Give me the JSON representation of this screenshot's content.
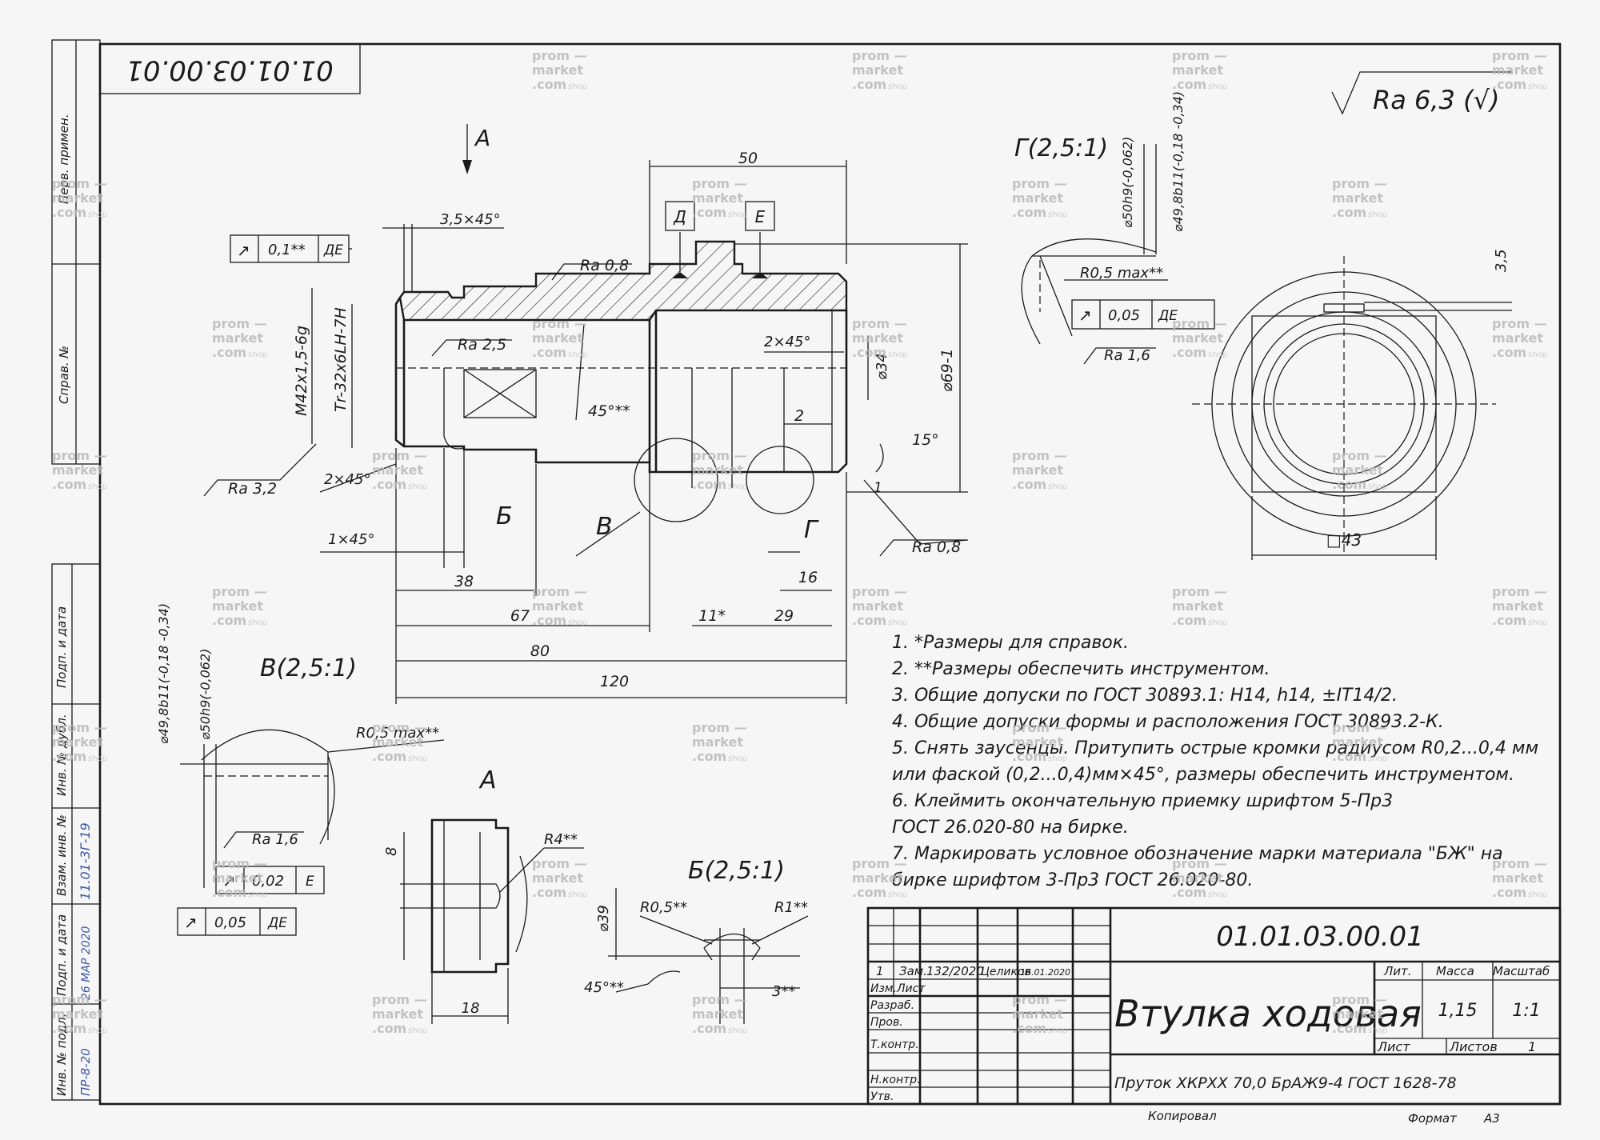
{
  "drawing_number": "01.01.03.00.01",
  "drawing_number_rotated": "01.01.03.00.01",
  "title": "Втулка ходовая",
  "material": "Пруток ХКРХХ 70,0 БрАЖ9-4 ГОСТ 1628-78",
  "roughness_general": "Ra 6,3 (√)",
  "views": {
    "section_a_top": "А",
    "section_a": "А",
    "detail_g": "Г(2,5:1)",
    "detail_v": "В(2,5:1)",
    "detail_b": "Б(2,5:1)",
    "mark_b": "Б",
    "mark_v": "В",
    "mark_g": "Г"
  },
  "datum_labels": {
    "d": "Д",
    "e": "Е"
  },
  "dimensions": {
    "d50": "50",
    "chamfer_35": "3,5×45°",
    "ra08_top": "Ra 0,8",
    "ra25": "Ra 2,5",
    "ra32": "Ra 3,2",
    "ra08_bottom": "Ra 0,8",
    "chamfer_2x45_right": "2×45°",
    "chamfer_2x45_left": "2×45°",
    "chamfer_1x45": "1×45°",
    "angle_45_ref": "45°**",
    "d2": "2",
    "angle_15": "15°",
    "d1": "1",
    "dia34": "⌀34",
    "dia69": "⌀69-1",
    "thread_m42": "М42х1,5-6g",
    "thread_tr32": "Тr-32х6LH-7H",
    "d38": "38",
    "d67": "67",
    "d80": "80",
    "d120": "120",
    "d11": "11*",
    "d29": "29",
    "d16": "16",
    "d35": "3,5",
    "sq43": "□43",
    "g_dia50": "⌀50h9(-0,062)",
    "g_dia49": "⌀49,8b11(-0,18 -0,34)",
    "g_r05": "R0,5 max**",
    "g_ra16": "Ra 1,6",
    "v_dia49": "⌀49,8b11(-0,18 -0,34)",
    "v_dia50": "⌀50h9(-0,062)",
    "v_r05": "R0,5 max**",
    "v_ra16": "Ra 1,6",
    "a_d8": "8",
    "a_r4": "R4**",
    "a_d18": "18",
    "b_dia39": "⌀39",
    "b_r05": "R0,5**",
    "b_r1": "R1**",
    "b_angle45": "45°**",
    "b_d3": "3**"
  },
  "tolerance_frames": [
    {
      "symbol": "↗",
      "value": "0,1**",
      "datum": "ДЕ"
    },
    {
      "symbol": "↗",
      "value": "0,05",
      "datum": "ДЕ"
    },
    {
      "symbol": "↗",
      "value": "0,02",
      "datum": "Е"
    },
    {
      "symbol": "↗",
      "value": "0,05",
      "datum": "ДЕ"
    }
  ],
  "notes": [
    "1. *Размеры для справок.",
    "2. **Размеры обеспечить инструментом.",
    "3. Общие допуски по ГОСТ 30893.1: H14, h14, ±IT14/2.",
    "4. Общие допуски формы и расположения ГОСТ 30893.2-К.",
    "5. Снять заусенцы. Притупить острые кромки радиусом R0,2...0,4 мм",
    "или фаской (0,2...0,4)мм×45°, размеры обеспечить инструментом.",
    "6. Клеймить окончательную приемку шрифтом 5-Пр3",
    "ГОСТ 26.020-80 на бирке.",
    "7. Маркировать условное обозначение марки материала \"БЖ\" на",
    "бирке шрифтом 3-Пр3 ГОСТ 26.020-80."
  ],
  "title_block": {
    "rev_no": "1",
    "rev_label": "Зам.",
    "rev_doc": "132/2020",
    "rev_sign": "Целиков",
    "rev_date": "16.01.2020",
    "izm": "Изм.",
    "list": "Лист",
    "razrab": "Разраб.",
    "prov": "Пров.",
    "tkontr": "Т.контр.",
    "nkontr": "Н.контр.",
    "utv": "Утв.",
    "lit": "Лит.",
    "massa_label": "Масса",
    "scale_label": "Масштаб",
    "massa": "1,15",
    "scale": "1:1",
    "sheet_label": "Лист",
    "sheets_label": "Листов",
    "sheets": "1",
    "kopiroval": "Копировал",
    "format_label": "Формат",
    "format": "А3"
  },
  "side_stamp": {
    "perv_primen": "Перв. примен.",
    "sprav": "Справ. №",
    "podp_data_1": "Подп. и дата",
    "inv_dubl": "Инв. № дубл.",
    "vzam_inv": "Взам. инв. №",
    "podp_data_2": "Подп. и дата",
    "inv_podl": "Инв. № подл.",
    "hand_1": "11.01-3Г-19",
    "hand_2": "26 МАР 2020",
    "hand_3": "ПР-8-20"
  },
  "watermark": {
    "line1": "prom —",
    "line2": "market",
    "line3": ".com",
    "suffix": "shop"
  }
}
